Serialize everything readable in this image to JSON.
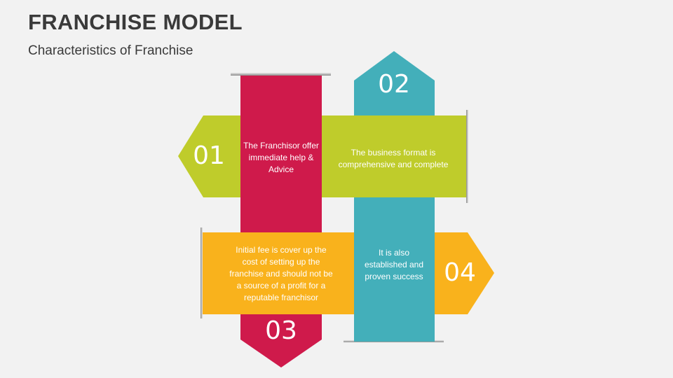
{
  "header": {
    "title": "FRANCHISE MODEL",
    "subtitle": "Characteristics of Franchise"
  },
  "colors": {
    "red": "#cf1a4b",
    "lime": "#bfcc2b",
    "teal": "#43afba",
    "orange": "#f9b21c",
    "background": "#f2f2f2"
  },
  "items": [
    {
      "number": "01",
      "text": "The Franchisor offer immediate help & Advice"
    },
    {
      "number": "02",
      "text": "The business format is comprehensive and complete"
    },
    {
      "number": "03",
      "text": "Initial fee is cover up the cost of setting up the franchise and should not be a source of a profit for a reputable franchisor"
    },
    {
      "number": "04",
      "text": "It is also established and proven success"
    }
  ]
}
